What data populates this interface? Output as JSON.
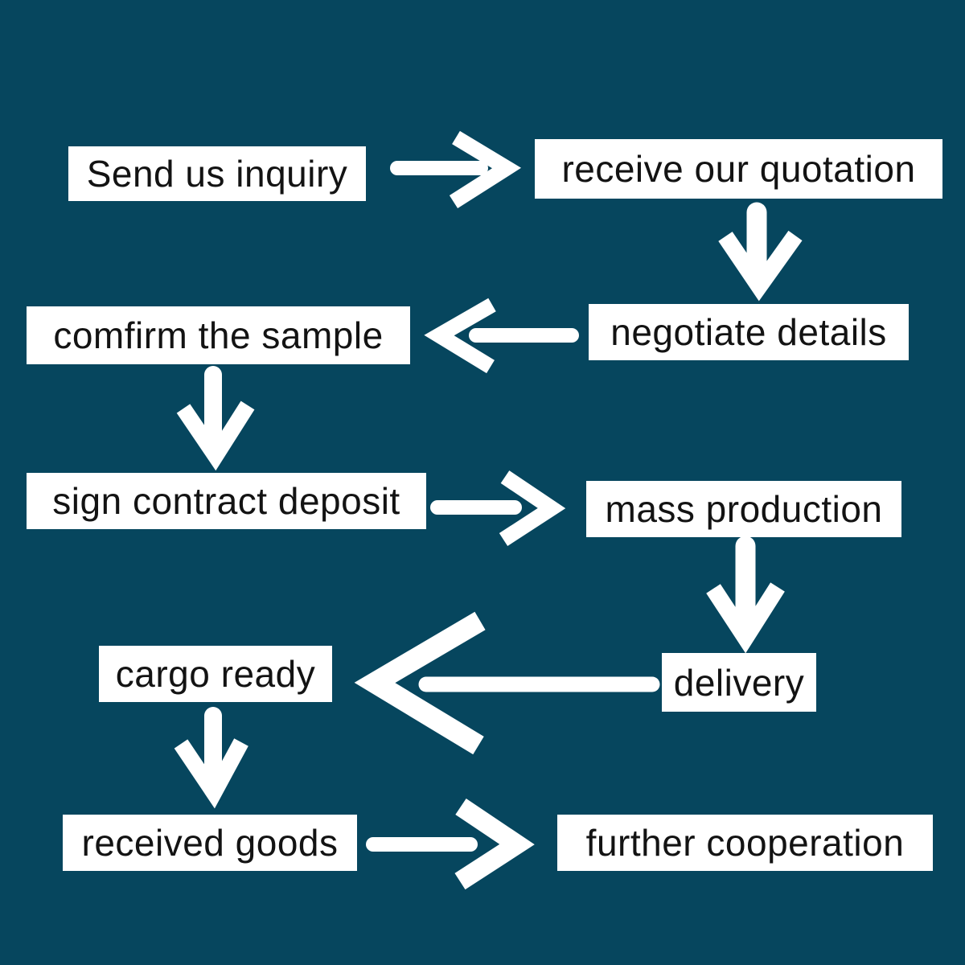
{
  "colors": {
    "background": "#06465e",
    "box_background": "#ffffff",
    "box_text": "#131313",
    "arrow": "#ffffff"
  },
  "flowchart": {
    "nodes": [
      {
        "id": "send-us-inquiry",
        "label": "Send us inquiry"
      },
      {
        "id": "receive-our-quotation",
        "label": "receive our quotation"
      },
      {
        "id": "negotiate-details",
        "label": "negotiate details"
      },
      {
        "id": "comfirm-the-sample",
        "label": "comfirm the sample"
      },
      {
        "id": "sign-contract-deposit",
        "label": "sign contract deposit"
      },
      {
        "id": "mass-production",
        "label": "mass production"
      },
      {
        "id": "delivery",
        "label": "delivery"
      },
      {
        "id": "cargo-ready",
        "label": "cargo ready"
      },
      {
        "id": "received-goods",
        "label": "received goods"
      },
      {
        "id": "further-cooperation",
        "label": "further cooperation"
      }
    ],
    "edges": [
      {
        "from": "send-us-inquiry",
        "to": "receive-our-quotation",
        "direction": "right"
      },
      {
        "from": "receive-our-quotation",
        "to": "negotiate-details",
        "direction": "down"
      },
      {
        "from": "negotiate-details",
        "to": "comfirm-the-sample",
        "direction": "left"
      },
      {
        "from": "comfirm-the-sample",
        "to": "sign-contract-deposit",
        "direction": "down"
      },
      {
        "from": "sign-contract-deposit",
        "to": "mass-production",
        "direction": "right"
      },
      {
        "from": "mass-production",
        "to": "delivery",
        "direction": "down"
      },
      {
        "from": "delivery",
        "to": "cargo-ready",
        "direction": "left"
      },
      {
        "from": "cargo-ready",
        "to": "received-goods",
        "direction": "down"
      },
      {
        "from": "received-goods",
        "to": "further-cooperation",
        "direction": "right"
      }
    ]
  }
}
